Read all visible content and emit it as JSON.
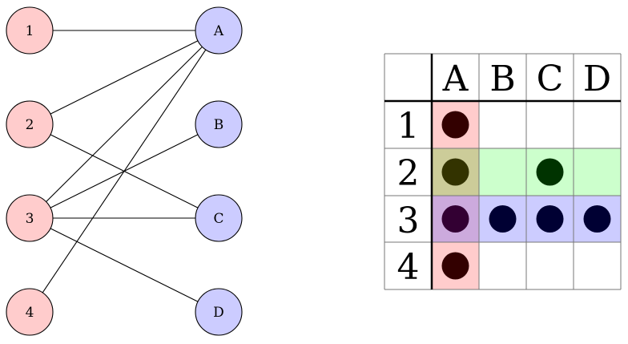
{
  "graph": {
    "left_nodes": [
      {
        "id": "1",
        "label": "1"
      },
      {
        "id": "2",
        "label": "2"
      },
      {
        "id": "3",
        "label": "3"
      },
      {
        "id": "4",
        "label": "4"
      }
    ],
    "right_nodes": [
      {
        "id": "A",
        "label": "A"
      },
      {
        "id": "B",
        "label": "B"
      },
      {
        "id": "C",
        "label": "C"
      },
      {
        "id": "D",
        "label": "D"
      }
    ],
    "edges": [
      [
        "1",
        "A"
      ],
      [
        "2",
        "A"
      ],
      [
        "2",
        "C"
      ],
      [
        "3",
        "A"
      ],
      [
        "3",
        "B"
      ],
      [
        "3",
        "C"
      ],
      [
        "3",
        "D"
      ],
      [
        "4",
        "A"
      ]
    ],
    "colors": {
      "left_fill": "#ffcccc",
      "right_fill": "#ccccff",
      "stroke": "#000000"
    }
  },
  "table": {
    "col_headers": [
      "A",
      "B",
      "C",
      "D"
    ],
    "row_headers": [
      "1",
      "2",
      "3",
      "4"
    ],
    "dots": [
      [
        "1",
        "A"
      ],
      [
        "2",
        "A"
      ],
      [
        "2",
        "C"
      ],
      [
        "3",
        "A"
      ],
      [
        "3",
        "B"
      ],
      [
        "3",
        "C"
      ],
      [
        "3",
        "D"
      ],
      [
        "4",
        "A"
      ]
    ],
    "colors": {
      "col_a_highlight": "#ffcccc",
      "row_2_highlight": "#ccffcc",
      "row_3_highlight": "#ccccff",
      "overlap_a2": "#cccc99",
      "overlap_a3": "#ccaadd",
      "dot_col_a": "#330000",
      "dot_row_2": "#003300",
      "dot_row_3": "#000033",
      "dot_overlap_a2": "#333300",
      "dot_overlap_a3": "#330033",
      "grid": "#777777",
      "rule": "#000000"
    }
  }
}
